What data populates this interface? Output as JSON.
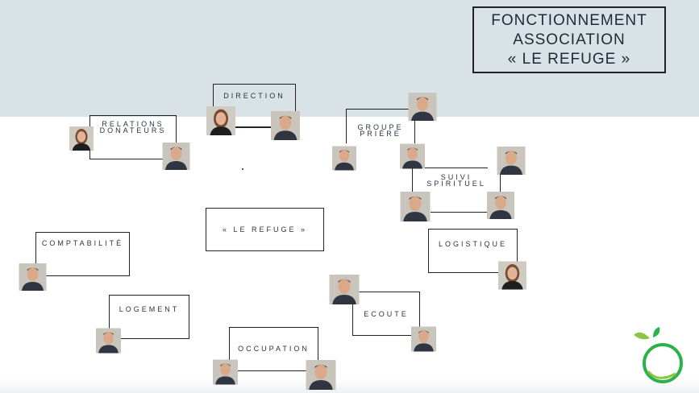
{
  "title": {
    "line1": "FONCTIONNEMENT",
    "line2": "ASSOCIATION",
    "line3": "« LE REFUGE »"
  },
  "center": "« LE REFUGE »",
  "groups": {
    "direction": "DIRECTION",
    "relations_l1": "RELATIONS",
    "relations_l2": "DONATEURS",
    "groupe_l1": "GROUPE",
    "groupe_l2": "PRIÈRE",
    "suivi_l1": "SUIVI",
    "suivi_l2": "SPIRITUEL",
    "comptabilite": "COMPTABILITÉ",
    "logistique": "LOGISTIQUE",
    "logement": "LOGEMENT",
    "ecoute": "ECOUTE",
    "occupation": "OCCUPATION"
  },
  "colors": {
    "top_band": "#d9e2e7",
    "logo_green": "#2bb34a"
  },
  "icons": [
    "person-photo",
    "leaf-circle-logo"
  ]
}
